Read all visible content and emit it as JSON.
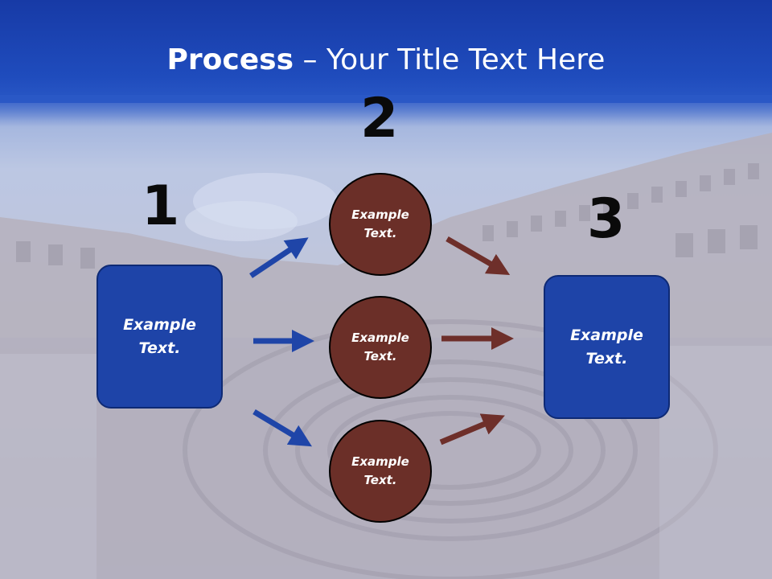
{
  "slide": {
    "title_bold": "Process",
    "title_rest": " – Your Title Text Here",
    "background_image": "colosseum-interior-photo"
  },
  "diagram": {
    "numbers": [
      "1",
      "2",
      "3"
    ],
    "left_box": {
      "line1": "Example",
      "line2": "Text."
    },
    "middle_circles": [
      {
        "line1": "Example",
        "line2": "Text."
      },
      {
        "line1": "Example",
        "line2": "Text."
      },
      {
        "line1": "Example",
        "line2": "Text."
      }
    ],
    "right_box": {
      "line1": "Example",
      "line2": "Text."
    }
  },
  "colors": {
    "header_blue": "#1f4cbd",
    "box_blue": "#1e44a8",
    "circle_brown": "#6b2f28",
    "arrow_blue": "#1f45a8",
    "arrow_brown": "#6e2f2a",
    "number_black": "#0a0a0a"
  }
}
